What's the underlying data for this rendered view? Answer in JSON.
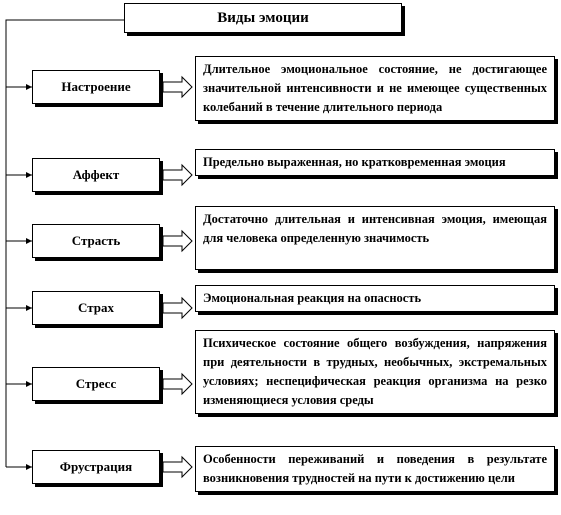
{
  "title": "Виды эмоции",
  "emotions": [
    {
      "name": "Настроение",
      "description": "Длительное эмоциональное состояние, не достигающее значительной интенсивности и не имеющее существенных колебаний в течение длительного периода"
    },
    {
      "name": "Аффект",
      "description": "Предельно выраженная, но кратковременная эмоция"
    },
    {
      "name": "Страсть",
      "description": "Достаточно длительная и интенсивная эмоция, имеющая для человека определенную значимость"
    },
    {
      "name": "Страх",
      "description": "Эмоциональная реакция на опасность"
    },
    {
      "name": "Стресс",
      "description": "Психическое состояние общего возбуждения, напряжения при деятельности в трудных, необычных, экстремальных условиях; неспецифическая реакция организма на резко изменяющиеся условия среды"
    },
    {
      "name": "Фрустрация",
      "description": "Особенности переживаний и поведения в результате возникновения трудностей на пути к достижению цели"
    }
  ]
}
